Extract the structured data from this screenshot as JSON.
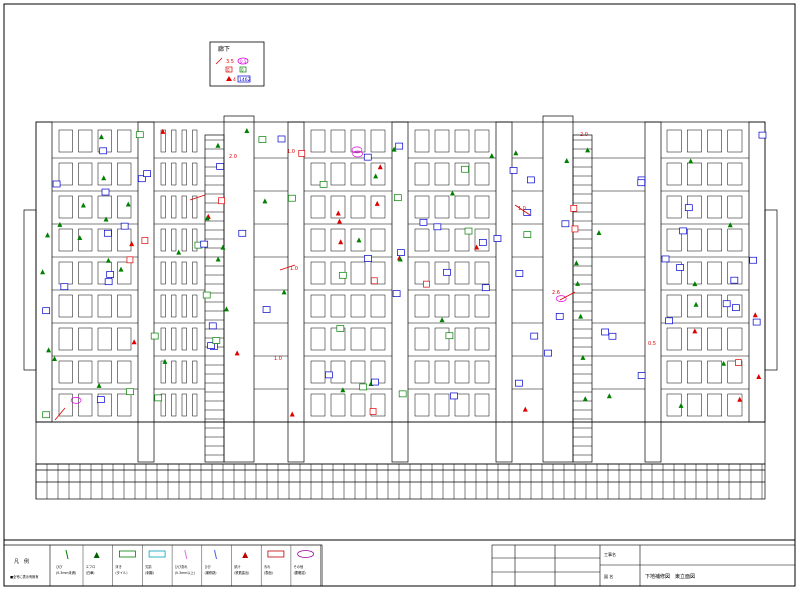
{
  "legend_box": {
    "title": "廊下",
    "items": [
      {
        "label": "3.5",
        "symbol": "crack-line",
        "color": "#e00000"
      },
      {
        "label": "0.5",
        "symbol": "ellipse",
        "color": "#e000e0"
      },
      {
        "label": "0",
        "symbol": "red-square",
        "color": "#e00000"
      },
      {
        "label": "0",
        "symbol": "green-square",
        "color": "#008000"
      },
      {
        "label": "4",
        "symbol": "red-triangle",
        "color": "#e00000"
      },
      {
        "label": "1462",
        "symbol": "blue-square",
        "color": "#0000cc"
      }
    ]
  },
  "elevation_labels": {
    "crack_widths": [
      "2.0",
      "1.0",
      "1.0",
      "1.0",
      "2.0",
      "1.0",
      "2.6",
      "0.5"
    ]
  },
  "bottom_legend": {
    "title": "凡　例",
    "note": "■全号に表示有無有",
    "columns": [
      {
        "icon": "crack-icon",
        "lines": [
          "ひび",
          "(0.3mm未満)"
        ]
      },
      {
        "icon": "triangle-icon",
        "lines": [
          "エフロ",
          "(白華)"
        ]
      },
      {
        "icon": "rect-green-icon",
        "lines": [
          "浮き",
          "(タイル)"
        ]
      },
      {
        "icon": "rect-cyan-icon",
        "lines": [
          "欠損",
          "(剥離)"
        ]
      },
      {
        "icon": "crack-pink-icon",
        "lines": [
          "ひび割れ",
          "(0.3mm以上)"
        ]
      },
      {
        "icon": "crack-blue-icon",
        "lines": [
          "ひび",
          "(補修跡)"
        ]
      },
      {
        "icon": "triangle-red-icon",
        "lines": [
          "錆汁",
          "(鉄筋露出)"
        ]
      },
      {
        "icon": "rect-red-icon",
        "lines": [
          "汚れ",
          "(表面)"
        ]
      },
      {
        "icon": "ellipse-icon",
        "lines": [
          "その他",
          "(要確認)"
        ]
      }
    ]
  },
  "title_block": {
    "drawing_no_label": "工事名",
    "drawing_name_label": "図 名",
    "drawing_name_value": "下地補修図　東立面図"
  },
  "colors": {
    "red": "#e00000",
    "green": "#008000",
    "blue": "#0000cc",
    "magenta": "#e000e0"
  }
}
